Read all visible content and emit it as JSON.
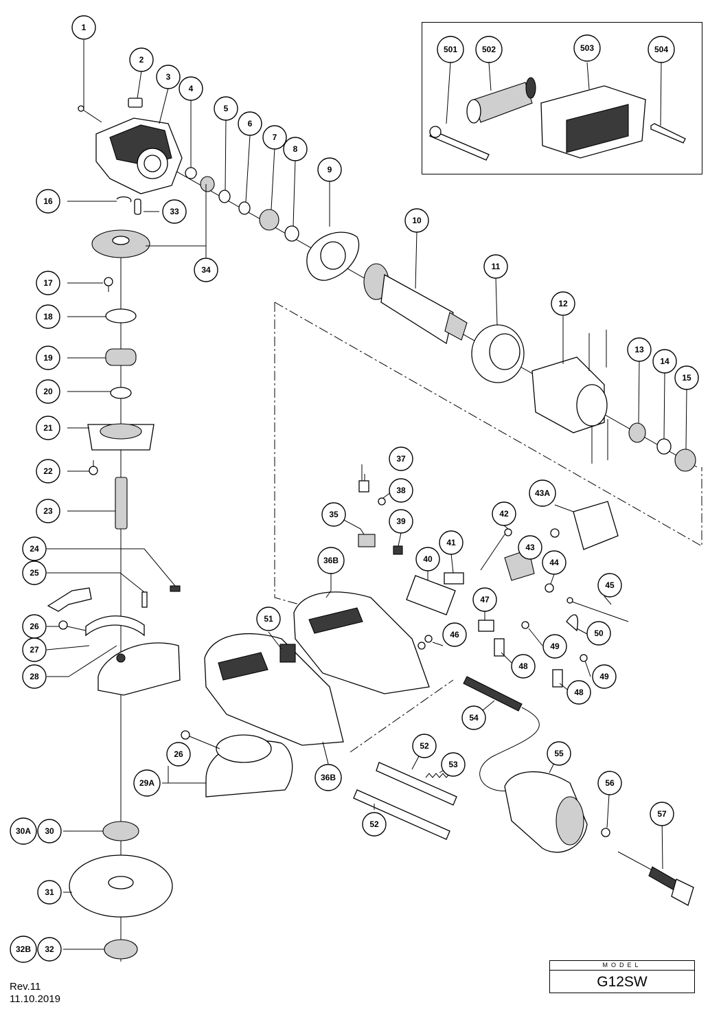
{
  "model_label": "MODEL",
  "model_name": "G12SW",
  "revision": "Rev.11",
  "revision_date": "11.10.2019",
  "callouts": [
    {
      "id": "c-1",
      "label": "1"
    },
    {
      "id": "c-2",
      "label": "2"
    },
    {
      "id": "c-3",
      "label": "3"
    },
    {
      "id": "c-4",
      "label": "4"
    },
    {
      "id": "c-5",
      "label": "5"
    },
    {
      "id": "c-6",
      "label": "6"
    },
    {
      "id": "c-7",
      "label": "7"
    },
    {
      "id": "c-8",
      "label": "8"
    },
    {
      "id": "c-9",
      "label": "9"
    },
    {
      "id": "c-10",
      "label": "10"
    },
    {
      "id": "c-11",
      "label": "11"
    },
    {
      "id": "c-12",
      "label": "12"
    },
    {
      "id": "c-13",
      "label": "13"
    },
    {
      "id": "c-14",
      "label": "14"
    },
    {
      "id": "c-15",
      "label": "15"
    },
    {
      "id": "c-16",
      "label": "16"
    },
    {
      "id": "c-33",
      "label": "33"
    },
    {
      "id": "c-34",
      "label": "34"
    },
    {
      "id": "c-17",
      "label": "17"
    },
    {
      "id": "c-18",
      "label": "18"
    },
    {
      "id": "c-19",
      "label": "19"
    },
    {
      "id": "c-20",
      "label": "20"
    },
    {
      "id": "c-21",
      "label": "21"
    },
    {
      "id": "c-22",
      "label": "22"
    },
    {
      "id": "c-23",
      "label": "23"
    },
    {
      "id": "c-24",
      "label": "24"
    },
    {
      "id": "c-25",
      "label": "25"
    },
    {
      "id": "c-26",
      "label": "26"
    },
    {
      "id": "c-27",
      "label": "27"
    },
    {
      "id": "c-28",
      "label": "28"
    },
    {
      "id": "c-26b",
      "label": "26"
    },
    {
      "id": "c-29a",
      "label": "29A"
    },
    {
      "id": "c-30a",
      "label": "30A"
    },
    {
      "id": "c-30",
      "label": "30"
    },
    {
      "id": "c-31",
      "label": "31"
    },
    {
      "id": "c-32b",
      "label": "32B"
    },
    {
      "id": "c-32",
      "label": "32"
    },
    {
      "id": "c-37",
      "label": "37"
    },
    {
      "id": "c-38",
      "label": "38"
    },
    {
      "id": "c-35",
      "label": "35"
    },
    {
      "id": "c-39",
      "label": "39"
    },
    {
      "id": "c-36b",
      "label": "36B"
    },
    {
      "id": "c-40",
      "label": "40"
    },
    {
      "id": "c-41",
      "label": "41"
    },
    {
      "id": "c-42",
      "label": "42"
    },
    {
      "id": "c-43a",
      "label": "43A"
    },
    {
      "id": "c-43",
      "label": "43"
    },
    {
      "id": "c-44",
      "label": "44"
    },
    {
      "id": "c-45",
      "label": "45"
    },
    {
      "id": "c-47",
      "label": "47"
    },
    {
      "id": "c-46",
      "label": "46"
    },
    {
      "id": "c-49",
      "label": "49"
    },
    {
      "id": "c-50",
      "label": "50"
    },
    {
      "id": "c-48",
      "label": "48"
    },
    {
      "id": "c-49b",
      "label": "49"
    },
    {
      "id": "c-48b",
      "label": "48"
    },
    {
      "id": "c-51",
      "label": "51"
    },
    {
      "id": "c-54",
      "label": "54"
    },
    {
      "id": "c-36b2",
      "label": "36B"
    },
    {
      "id": "c-52",
      "label": "52"
    },
    {
      "id": "c-53",
      "label": "53"
    },
    {
      "id": "c-52b",
      "label": "52"
    },
    {
      "id": "c-55",
      "label": "55"
    },
    {
      "id": "c-56",
      "label": "56"
    },
    {
      "id": "c-57",
      "label": "57"
    },
    {
      "id": "c-501",
      "label": "501"
    },
    {
      "id": "c-502",
      "label": "502"
    },
    {
      "id": "c-503",
      "label": "503"
    },
    {
      "id": "c-504",
      "label": "504"
    }
  ]
}
